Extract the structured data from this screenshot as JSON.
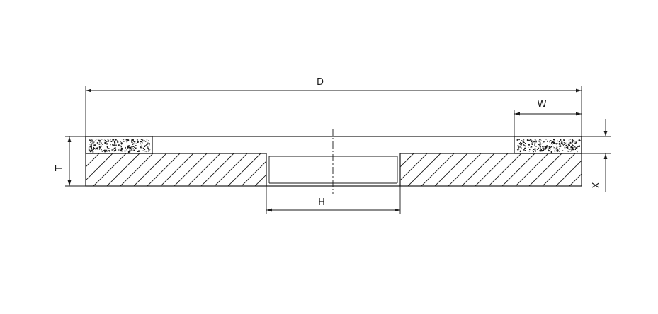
{
  "diagram": {
    "labels": {
      "diameter": "D",
      "width": "W",
      "thickness": "T",
      "bore": "H",
      "layer_depth": "X"
    },
    "colors": {
      "line": "#1a1a1a",
      "background": "#ffffff"
    },
    "hatch_pattern": "diagonal-45",
    "abrasive_pattern": "speckled"
  }
}
